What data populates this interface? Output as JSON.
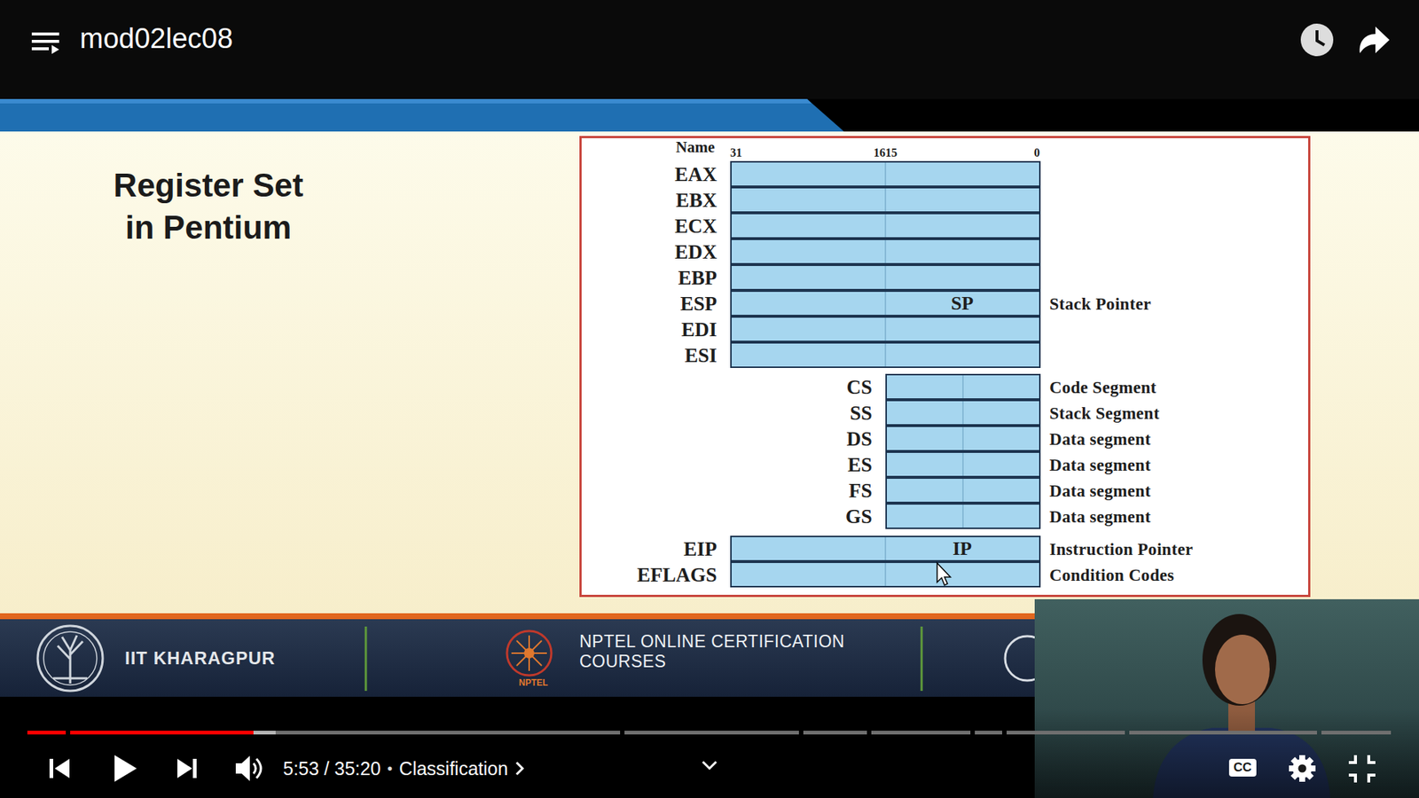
{
  "diagram": {
    "title": "Register Set in Pentium",
    "nodes": [
      {
        "text": [
          "Name",
          "31",
          "16",
          "15",
          "0"
        ]
      },
      {
        "text": [
          "EAX"
        ],
        "in": 0
      },
      {
        "text": [
          "EBX"
        ],
        "in": 0
      },
      {
        "text": [
          "ECX"
        ],
        "in": 0
      },
      {
        "text": [
          "EDX"
        ],
        "in": 0
      },
      {
        "text": [
          "EBP"
        ],
        "in": 0
      },
      {
        "text": [
          "ESP",
          "SP",
          "Stack Pointer"
        ],
        "in": 0
      },
      {
        "text": [
          "EDI"
        ],
        "in": 0
      },
      {
        "text": [
          "ESI"
        ],
        "in": 0
      },
      {
        "text": [
          "CS",
          "Code Segment"
        ],
        "in": 0
      },
      {
        "text": [
          "SS",
          "Stack Segment"
        ],
        "in": 0
      },
      {
        "text": [
          "DS",
          "Data segment"
        ],
        "in": 0
      },
      {
        "text": [
          "ES",
          "Data segment"
        ],
        "in": 0
      },
      {
        "text": [
          "FS",
          "Data segment"
        ],
        "in": 0
      },
      {
        "text": [
          "GS",
          "Data segment"
        ],
        "in": 0
      },
      {
        "text": [
          "EIP",
          "IP",
          "Instruction Pointer"
        ],
        "in": 0
      },
      {
        "text": [
          "EFLAGS",
          "Condition Codes"
        ],
        "in": 0
      }
    ],
    "labels": [
      "mod02lec08",
      "IIT KHARAGPUR",
      "NPTEL",
      "NPTEL ONLINE CERTIFICATION COURSES",
      "5:53 / 35:20",
      "•",
      "Classification",
      "CC"
    ]
  }
}
